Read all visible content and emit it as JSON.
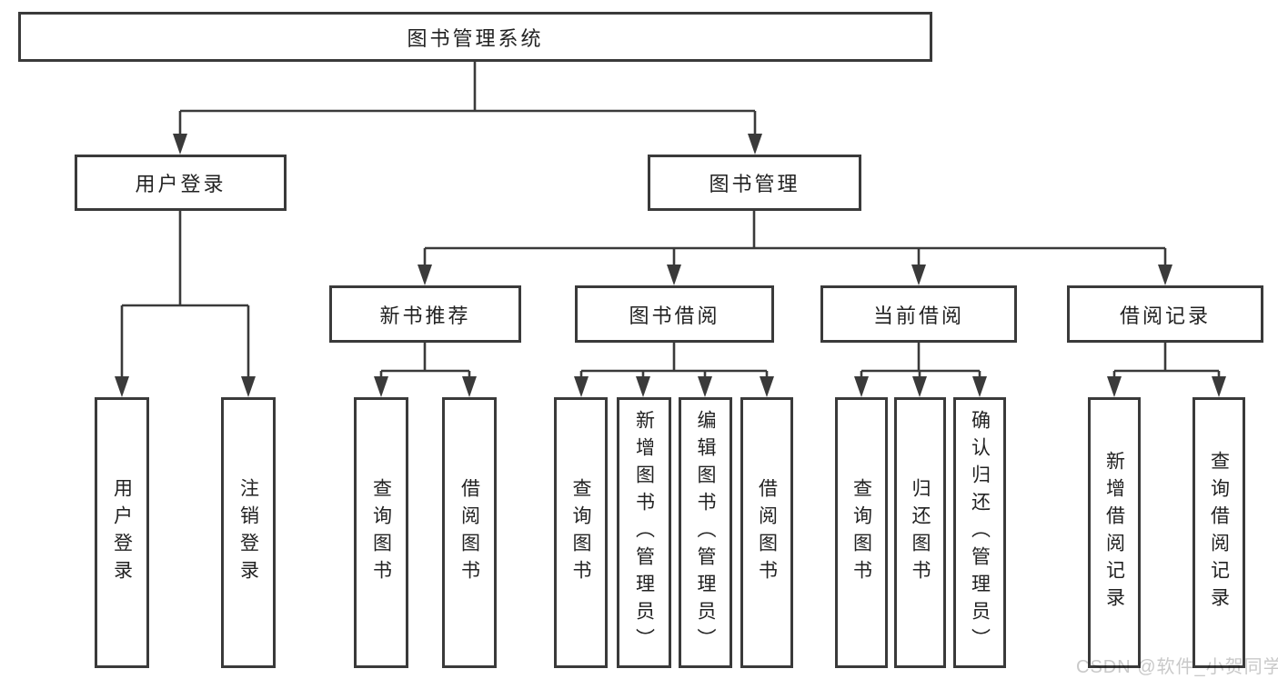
{
  "tree": {
    "label": "图书管理系统",
    "children": [
      {
        "label": "用户登录",
        "children": [
          {
            "label": "用户登录"
          },
          {
            "label": "注销登录"
          }
        ]
      },
      {
        "label": "图书管理",
        "children": [
          {
            "label": "新书推荐",
            "children": [
              {
                "label": "查询图书"
              },
              {
                "label": "借阅图书"
              }
            ]
          },
          {
            "label": "图书借阅",
            "children": [
              {
                "label": "查询图书"
              },
              {
                "label": "新增图书（管理员）"
              },
              {
                "label": "编辑图书（管理员）"
              },
              {
                "label": "借阅图书"
              }
            ]
          },
          {
            "label": "当前借阅",
            "children": [
              {
                "label": "查询图书"
              },
              {
                "label": "归还图书"
              },
              {
                "label": "确认归还（管理员）"
              }
            ]
          },
          {
            "label": "借阅记录",
            "children": [
              {
                "label": "新增借阅记录"
              },
              {
                "label": "查询借阅记录"
              }
            ]
          }
        ]
      }
    ]
  },
  "watermark": {
    "text": "CSDN @软件_小贺同学"
  },
  "colors": {
    "line": "#3a3a3a",
    "border": "#3a3a3a",
    "text": "#222222",
    "background": "#ffffff",
    "watermark": "#c9c9c9"
  }
}
